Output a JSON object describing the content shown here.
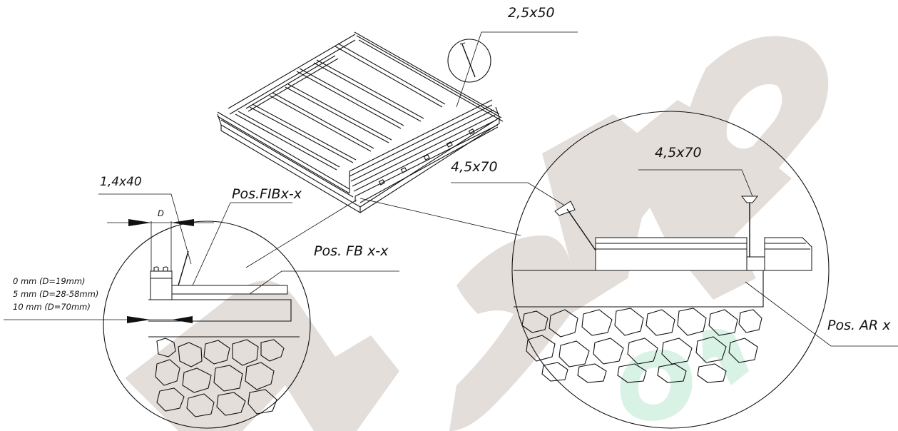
{
  "labels": {
    "screw_top": "2,5x50",
    "nail_left": "1,4x40",
    "pos_fib": "Pos.FIBx-x",
    "dim_d": "D",
    "pos_fb": "Pos. FB x-x",
    "gap_0": "0 mm (D=19mm)",
    "gap_5": "5 mm (D=28-58mm)",
    "gap_10": "10 mm (D=70mm)",
    "screw_right_a": "4,5x70",
    "screw_right_b": "4,5x70",
    "pos_ar": "Pos. AR x"
  },
  "watermark": {
    "colors": {
      "grey": "#e4dedb",
      "green": "#d9f2e6"
    }
  }
}
